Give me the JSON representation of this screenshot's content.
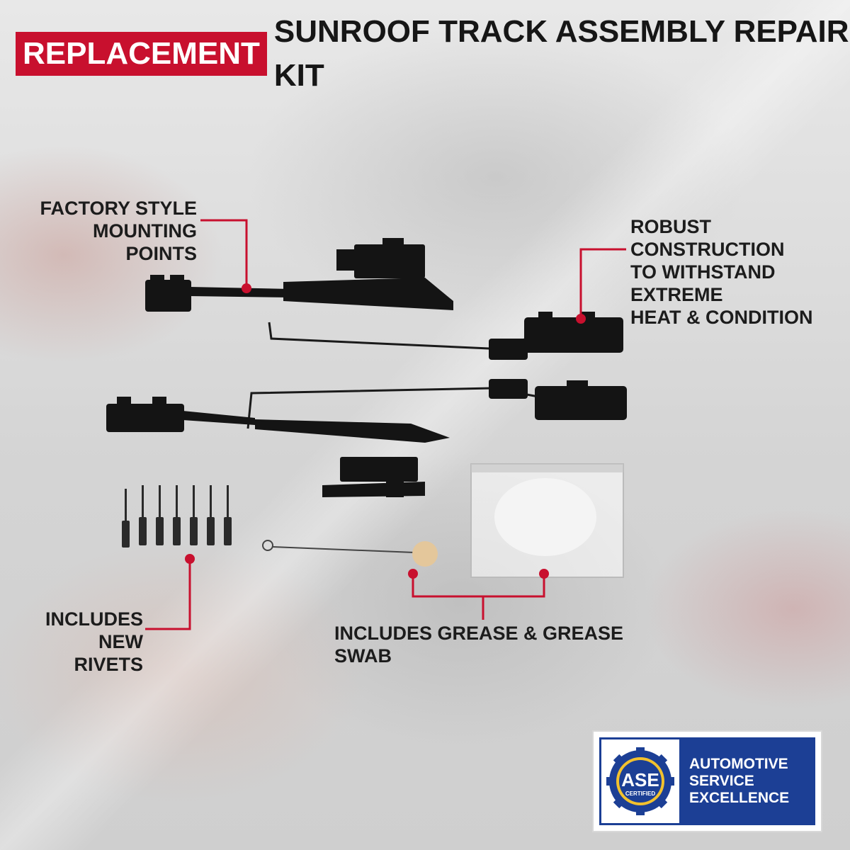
{
  "header": {
    "tag": "REPLACEMENT",
    "title": "SUNROOF TRACK ASSEMBLY REPAIR KIT"
  },
  "callouts": {
    "mounting": [
      "FACTORY STYLE",
      "MOUNTING POINTS"
    ],
    "robust": [
      "ROBUST CONSTRUCTION",
      "TO WITHSTAND EXTREME",
      "HEAT & CONDITION"
    ],
    "rivets": [
      "INCLUDES NEW",
      "RIVETS"
    ],
    "grease": "INCLUDES GREASE & GREASE SWAB"
  },
  "badge": {
    "seal_text": "ASE",
    "seal_sub": "CERTIFIED",
    "lines": [
      "AUTOMOTIVE",
      "SERVICE",
      "EXCELLENCE"
    ]
  },
  "colors": {
    "accent": "#c8102e",
    "ase_blue": "#1c3f95",
    "ase_gold": "#f2c12e",
    "text_dark": "#1c1c1c"
  }
}
